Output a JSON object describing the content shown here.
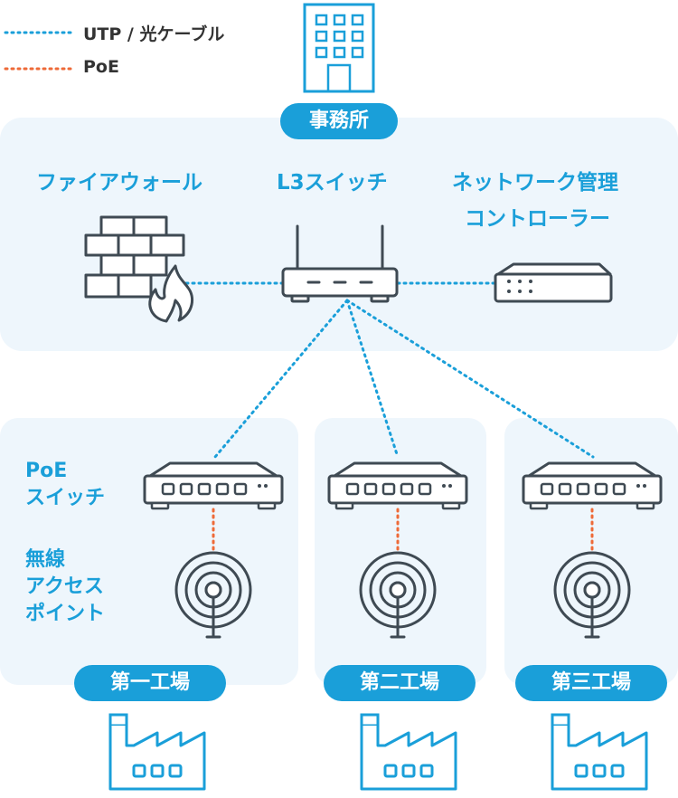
{
  "legend": {
    "utp_label": "UTP / 光ケーブル",
    "poe_label": "PoE"
  },
  "office": {
    "name": "事務所",
    "firewall_label": "ファイアウォール",
    "l3switch_label": "L3スイッチ",
    "controller_label_line1": "ネットワーク管理",
    "controller_label_line2": "コントローラー"
  },
  "factory_side_labels": {
    "poe_switch_line1": "PoE",
    "poe_switch_line2": "スイッチ",
    "ap_line1": "無線",
    "ap_line2": "アクセス",
    "ap_line3": "ポイント"
  },
  "factories": [
    {
      "name": "第一工場"
    },
    {
      "name": "第二工場"
    },
    {
      "name": "第三工場"
    }
  ],
  "colors": {
    "accent": "#1a9fd9",
    "panel": "#eef6fc",
    "icon_stroke": "#3f4a53",
    "utp_line": "#1a9fd9",
    "poe_line": "#ee6a38",
    "legend_text": "#333333"
  }
}
